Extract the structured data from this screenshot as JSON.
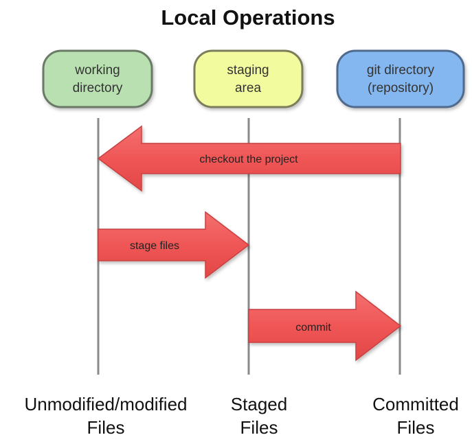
{
  "title": "Local Operations",
  "areas": [
    {
      "line1": "working",
      "line2": "directory",
      "fill": "#b9e0b1",
      "stroke": "#6b7a66",
      "bottom_line1": "Unmodified/modified",
      "bottom_line2": "Files"
    },
    {
      "line1": "staging",
      "line2": "area",
      "fill": "#f3fb9f",
      "stroke": "#7b7d5a",
      "bottom_line1": "Staged",
      "bottom_line2": "Files"
    },
    {
      "line1": "git directory",
      "line2": "(repository)",
      "fill": "#84b7ef",
      "stroke": "#4f6a8c",
      "bottom_line1": "Committed",
      "bottom_line2": "Files"
    }
  ],
  "operations": [
    {
      "label": "checkout the project",
      "from": "git directory",
      "to": "working directory"
    },
    {
      "label": "stage files",
      "from": "working directory",
      "to": "staging area"
    },
    {
      "label": "commit",
      "from": "staging area",
      "to": "git directory"
    }
  ],
  "colors": {
    "arrow_fill": "#ef5050",
    "arrow_stroke": "#c84040",
    "lifeline": "#8a8a8a"
  }
}
